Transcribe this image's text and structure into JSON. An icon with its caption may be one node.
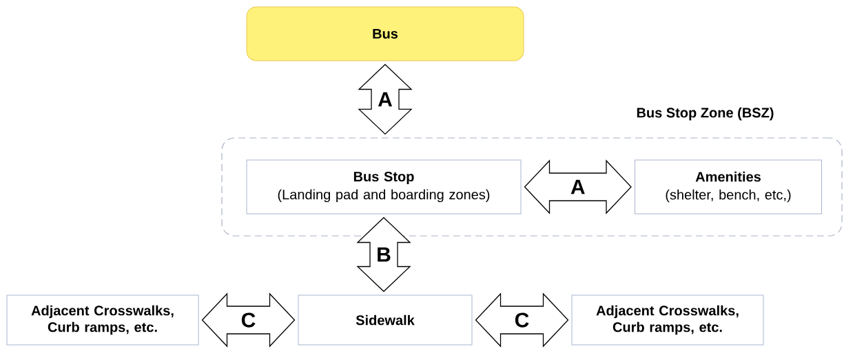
{
  "diagram": {
    "nodes": [
      {
        "text": [
          "Bus"
        ]
      },
      {
        "text": [
          "Bus Stop Zone (BSZ)"
        ]
      },
      {
        "text": [
          "Bus Stop",
          "(Landing pad and boarding zones)"
        ],
        "in": 1
      },
      {
        "text": [
          "Amenities",
          "(shelter, bench, etc,)"
        ],
        "in": 1
      },
      {
        "text": [
          "Adjacent Crosswalks, Curb ramps, etc."
        ]
      },
      {
        "text": [
          "Sidewalk"
        ]
      },
      {
        "text": [
          "Adjacent Crosswalks, Curb ramps, etc."
        ]
      }
    ],
    "edges": [
      {
        "from": 0,
        "to": 1,
        "arrow": "both",
        "label": "A"
      },
      {
        "from": 2,
        "to": 3,
        "arrow": "both",
        "label": "A"
      },
      {
        "from": 2,
        "to": 5,
        "arrow": "both",
        "label": "B"
      },
      {
        "from": 5,
        "to": 4,
        "arrow": "both",
        "label": "C"
      },
      {
        "from": 5,
        "to": 6,
        "arrow": "both",
        "label": "C"
      }
    ]
  }
}
